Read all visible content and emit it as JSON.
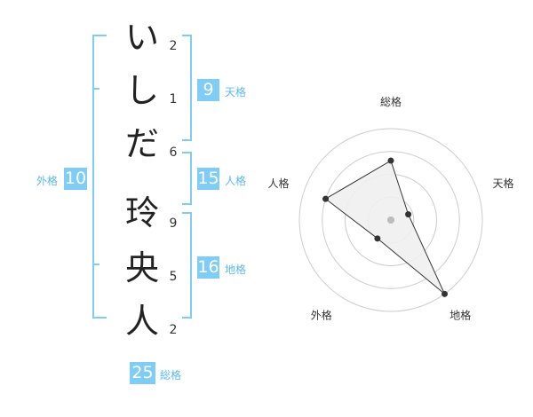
{
  "name": {
    "chars": [
      "い",
      "し",
      "だ",
      "玲",
      "央",
      "人"
    ],
    "strokes": [
      "2",
      "1",
      "6",
      "9",
      "5",
      "2"
    ]
  },
  "kaku": {
    "tenkaku": {
      "value": "9",
      "label": "天格"
    },
    "jinkaku": {
      "value": "15",
      "label": "人格"
    },
    "chikaku": {
      "value": "16",
      "label": "地格"
    },
    "gaikaku": {
      "value": "10",
      "label": "外格"
    },
    "soukaku": {
      "value": "25",
      "label": "総格"
    }
  },
  "colors": {
    "accent": "#7fcdf6",
    "bracket": "#7fcdf6",
    "ring": "#cccccc",
    "fill": "#f0f0f0"
  },
  "chart_data": {
    "type": "radar",
    "axes": [
      "総格",
      "天格",
      "地格",
      "外格",
      "人格"
    ],
    "values": [
      0.65,
      0.2,
      1.0,
      0.25,
      0.75
    ],
    "rings": 4,
    "rmax": 1.0
  }
}
